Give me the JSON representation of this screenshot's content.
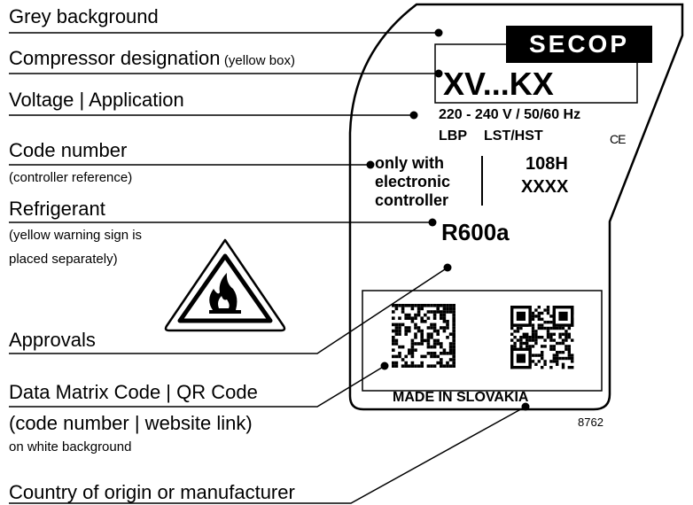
{
  "callouts": {
    "grey_background": "Grey background",
    "compressor_designation": "Compressor designation",
    "compressor_designation_note": "(yellow box)",
    "voltage_application": "Voltage | Application",
    "code_number": "Code number",
    "code_number_note": "(controller reference)",
    "refrigerant": "Refrigerant",
    "refrigerant_note_1": "(yellow warning sign is",
    "refrigerant_note_2": "placed separately)",
    "approvals": "Approvals",
    "data_matrix_qr": "Data Matrix Code | QR Code",
    "data_matrix_qr_note": "(code number | website link)",
    "data_matrix_qr_note_2": "on white background",
    "country_of_origin": "Country of origin or manufacturer"
  },
  "plate": {
    "brand": "SECOP",
    "model": "XV...KX",
    "voltage": "220 - 240 V / 50/60 Hz",
    "application_lbp": "LBP",
    "application_lst": "LST/HST",
    "ce_mark": "CE",
    "controller_line_1": "only with",
    "controller_line_2": "electronic",
    "controller_line_3": "controller",
    "code_line_1": "108H",
    "code_line_2": "XXXX",
    "refrigerant": "R600a",
    "made_in": "MADE IN SLOVAKIA"
  },
  "figure_number": "8762",
  "icons": {
    "warning": "flammable-warning-icon",
    "data_matrix": "data-matrix-code-icon",
    "qr": "qr-code-icon"
  }
}
